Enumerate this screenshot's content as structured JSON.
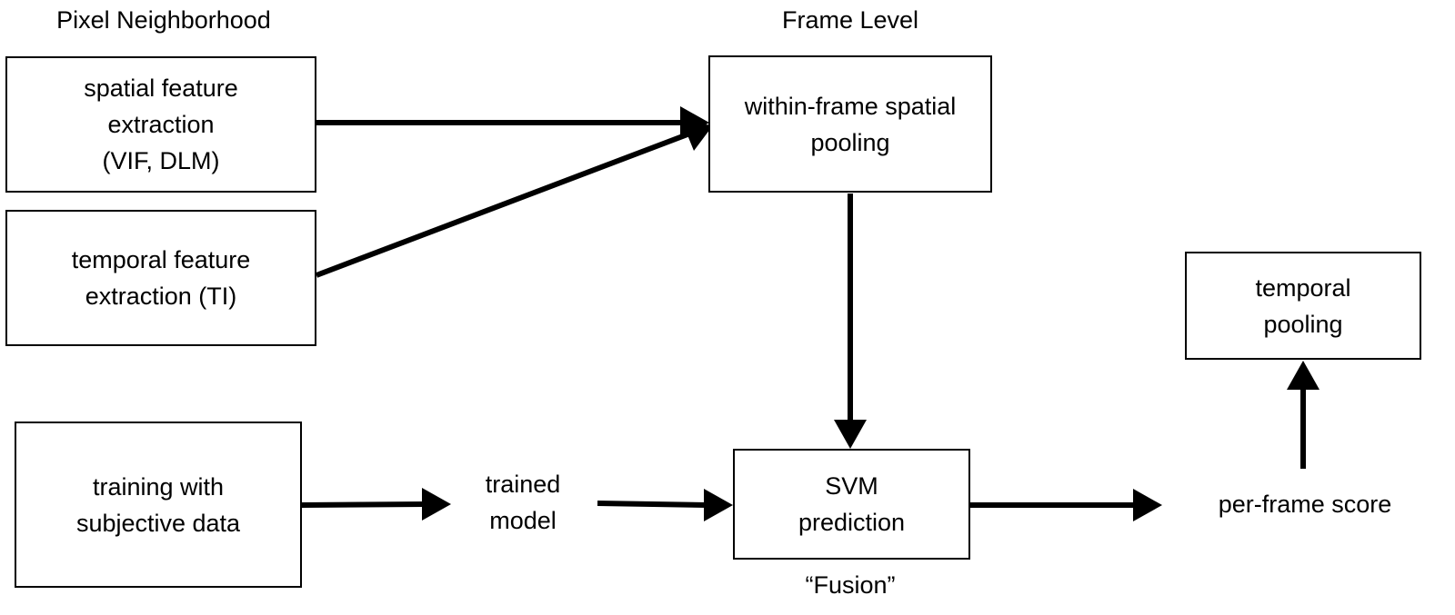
{
  "headings": {
    "pixel_level": "Pixel Neighborhood",
    "frame_level": "Frame Level"
  },
  "boxes": {
    "spatial": "spatial feature\nextraction\n(VIF, DLM)",
    "temporal_features": "temporal feature\nextraction (TI)",
    "training": "training with\nsubjective data",
    "spatial_pooling": "within-frame spatial\npooling",
    "svm": "SVM\nprediction",
    "temporal_pooling": "temporal\npooling"
  },
  "labels": {
    "trained_model": "trained\nmodel",
    "per_frame_score": "per-frame score",
    "fusion": "“Fusion”"
  },
  "colors": {
    "stroke": "#000000",
    "background": "#ffffff"
  }
}
